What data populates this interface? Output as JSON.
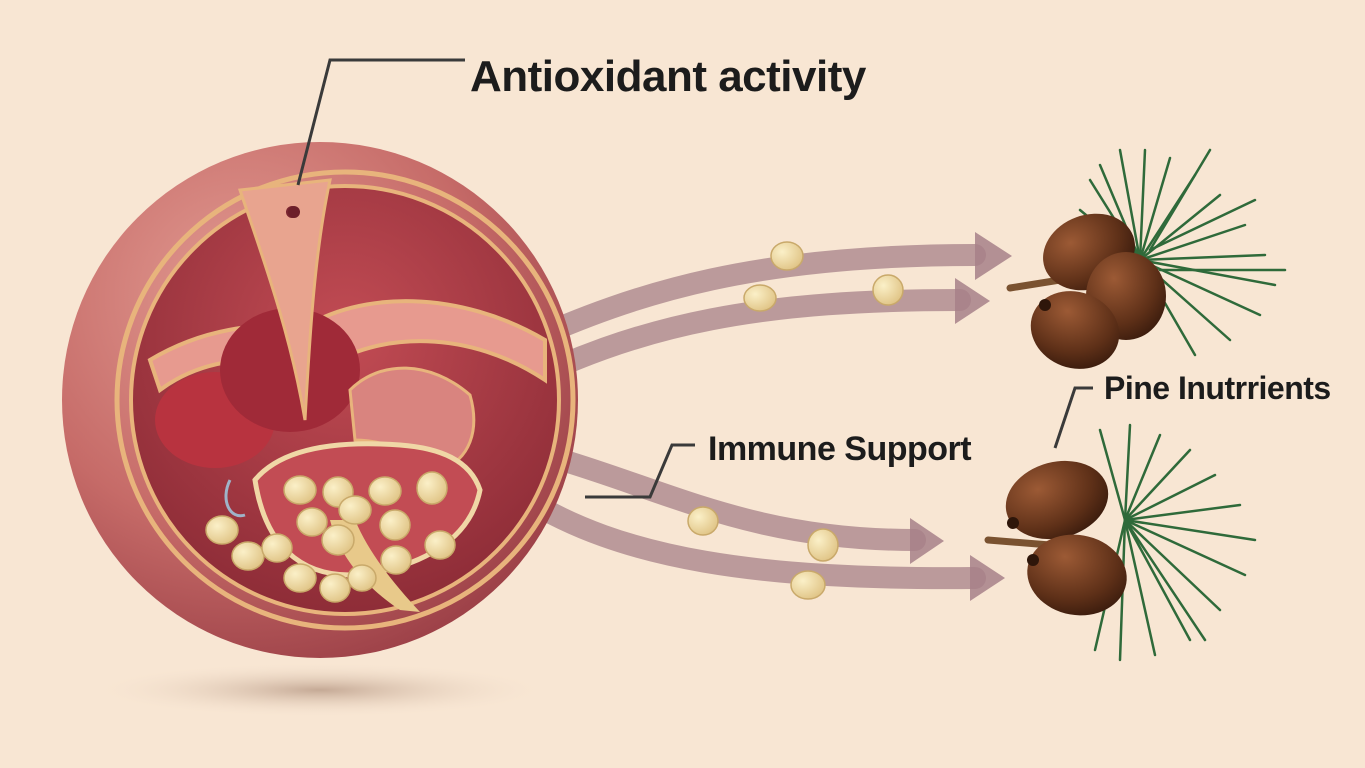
{
  "labels": {
    "antioxidant": "Antioxidant activity",
    "immune": "Immune Support",
    "pine": "Pine Inutrrients"
  },
  "colors": {
    "background": "#f8e6d3",
    "cell_outer": "#c9706c",
    "cell_inner": "#a8363f",
    "membrane": "#e8b47c",
    "arrow": "#a78088",
    "seed": "#f0dca0",
    "pine_nut": "#6a3a22",
    "needle": "#2f6a3a"
  },
  "icons": {
    "cell": "organ-cross-section",
    "seeds": "pine-seed",
    "nuts": "pine-nut-cluster",
    "needles": "pine-needle-sprig"
  }
}
